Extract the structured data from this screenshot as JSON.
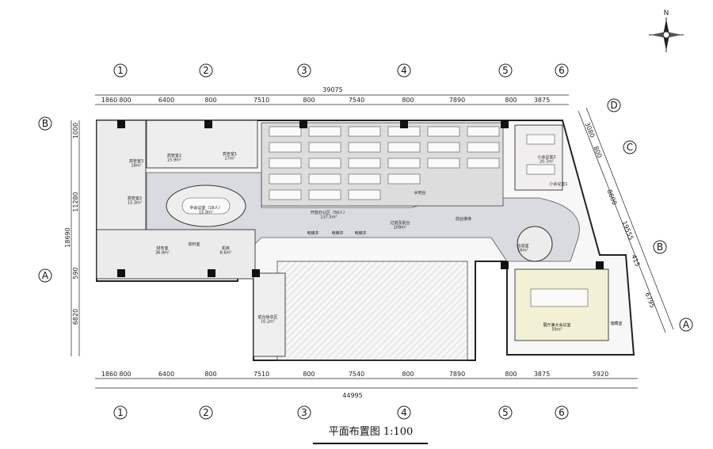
{
  "compass": {
    "north": "N"
  },
  "grid_top": [
    "1",
    "2",
    "3",
    "4",
    "5",
    "6"
  ],
  "grid_bottom": [
    "1",
    "2",
    "3",
    "4",
    "5",
    "6"
  ],
  "grid_left": [
    "B",
    "A"
  ],
  "grid_right": [
    "D",
    "C",
    "B",
    "A"
  ],
  "dims_top_total": "39075",
  "dims_top": [
    "1860",
    "800",
    "6400",
    "800",
    "7510",
    "800",
    "7540",
    "800",
    "7890",
    "800",
    "3875"
  ],
  "dims_bottom_total": "44995",
  "dims_bottom": [
    "1860",
    "800",
    "6400",
    "800",
    "7510",
    "800",
    "7540",
    "800",
    "7890",
    "800",
    "3875",
    "5920"
  ],
  "dims_left_total": "18690",
  "dims_left": [
    "1000",
    "11280",
    "590",
    "6820"
  ],
  "dims_right_total": "19555",
  "dims_right": [
    "3080",
    "800",
    "8600",
    "415",
    "6795"
  ],
  "rooms": {
    "exec3": "高管室3\n19m²",
    "exec2": "高管室2\n15.9m²",
    "exec1": "高管室1\n17m²",
    "exec_side": "高管室2\n15.3m²",
    "meeting_mid": "中会议室（16人）\n15.9m²",
    "finance": "财务室\n36.9m²",
    "archive": "资料室",
    "machine": "机房\n8.6m²",
    "open_office": "开放办公区（50人）\n137.5m²",
    "corridor": "过道及前台\n109m²",
    "water_bar": "水吧台",
    "reception": "前台接待",
    "meeting_small2": "小会议室2\n20.7m²",
    "meeting_small1": "小会议室1",
    "negotiation": "洽谈室\n16m²",
    "lounge": "前台休息区\n10.2m²",
    "hall": "展厅兼大会议室\n59m²",
    "storage": "储藏室",
    "elevator": "电梯井"
  },
  "title": "平面布置图  1:100"
}
